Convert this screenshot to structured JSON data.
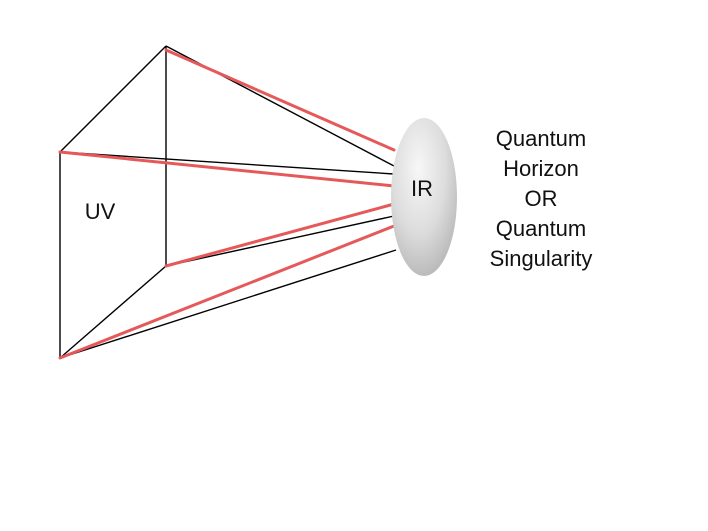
{
  "labels": {
    "uv": "UV",
    "ir": "IR",
    "caption_lines": [
      "Quantum",
      "Horizon",
      "OR",
      "Quantum",
      "Singularity"
    ]
  },
  "colors": {
    "frame": "#000000",
    "red_ray": "#e5595a",
    "ellipse_light": "#f4f4f4",
    "ellipse_dark": "#b9b9b9"
  }
}
